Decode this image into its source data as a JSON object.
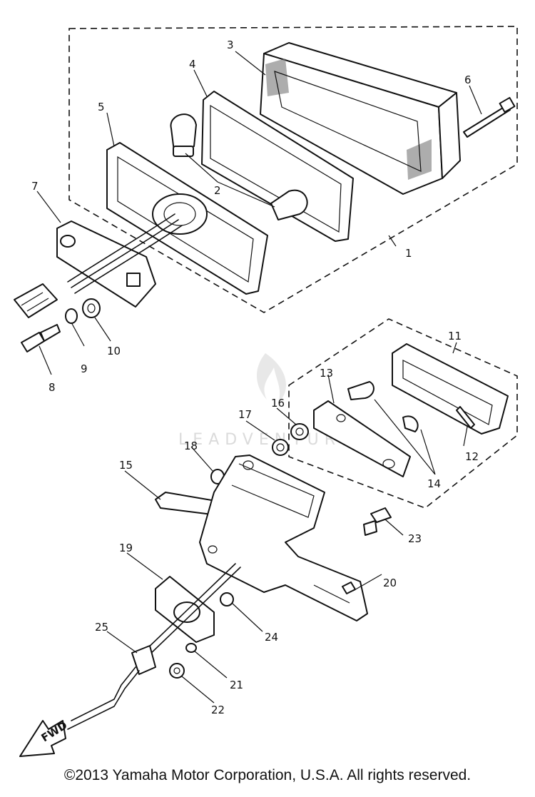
{
  "diagram": {
    "callouts": [
      "1",
      "2",
      "3",
      "4",
      "5",
      "6",
      "7",
      "8",
      "9",
      "10",
      "11",
      "12",
      "13",
      "14",
      "15",
      "16",
      "17",
      "18",
      "19",
      "20",
      "21",
      "22",
      "23",
      "24",
      "25"
    ],
    "arrow_label": "FWD",
    "watermark": "LEADVENTURE"
  },
  "footer": {
    "copyright": "©2013 Yamaha Motor Corporation, U.S.A. All rights reserved."
  }
}
